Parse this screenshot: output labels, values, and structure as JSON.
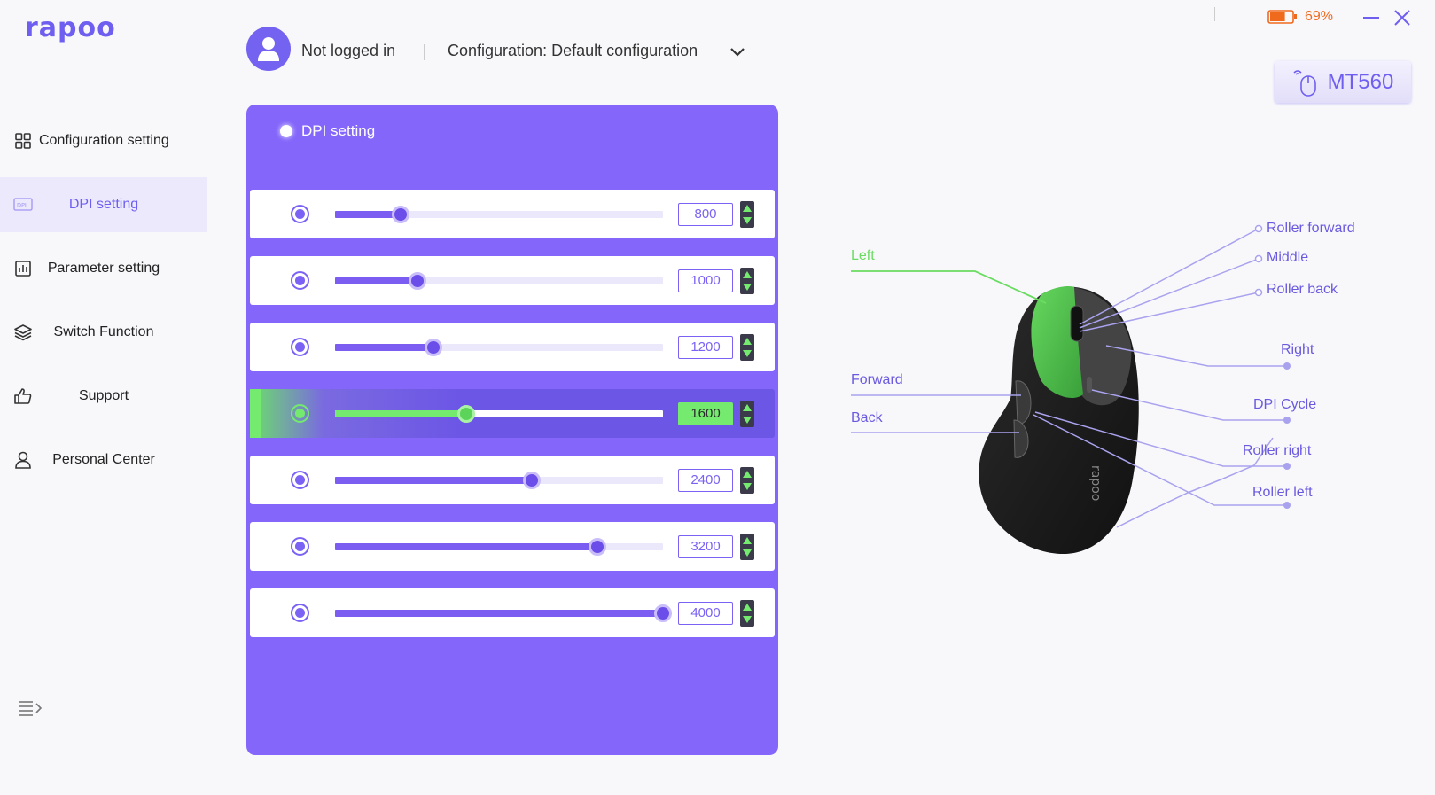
{
  "app": {
    "logo": "rapoo"
  },
  "sidebar": {
    "items": [
      {
        "label": "Configuration setting",
        "icon": "grid-icon"
      },
      {
        "label": "DPI setting",
        "icon": "dpi-icon",
        "active": true
      },
      {
        "label": "Parameter setting",
        "icon": "bar-chart-icon"
      },
      {
        "label": "Switch Function",
        "icon": "layers-icon"
      },
      {
        "label": "Support",
        "icon": "thumbs-up-icon"
      },
      {
        "label": "Personal Center",
        "icon": "user-icon"
      }
    ]
  },
  "header": {
    "login_status": "Not logged in",
    "configuration": "Configuration: Default configuration"
  },
  "window": {
    "battery_percent": "69%",
    "battery_level": 0.69,
    "device_name": "MT560"
  },
  "dpi_panel": {
    "title": "DPI setting",
    "dpi_min": 0,
    "dpi_max": 4000,
    "levels": [
      {
        "value": "800",
        "dpi": 800,
        "active": false
      },
      {
        "value": "1000",
        "dpi": 1000,
        "active": false
      },
      {
        "value": "1200",
        "dpi": 1200,
        "active": false
      },
      {
        "value": "1600",
        "dpi": 1600,
        "active": true
      },
      {
        "value": "2400",
        "dpi": 2400,
        "active": false
      },
      {
        "value": "3200",
        "dpi": 3200,
        "active": false
      },
      {
        "value": "4000",
        "dpi": 4000,
        "active": false
      }
    ]
  },
  "mouse_diagram": {
    "labels": {
      "left": "Left",
      "roller_forward": "Roller forward",
      "middle": "Middle",
      "roller_back": "Roller back",
      "right": "Right",
      "forward": "Forward",
      "back": "Back",
      "dpi_cycle": "DPI Cycle",
      "roller_right": "Roller right",
      "roller_left": "Roller left"
    },
    "colors": {
      "accent": "#6f5ff0",
      "highlight": "#74ea6f",
      "panel": "#8466fa"
    }
  }
}
